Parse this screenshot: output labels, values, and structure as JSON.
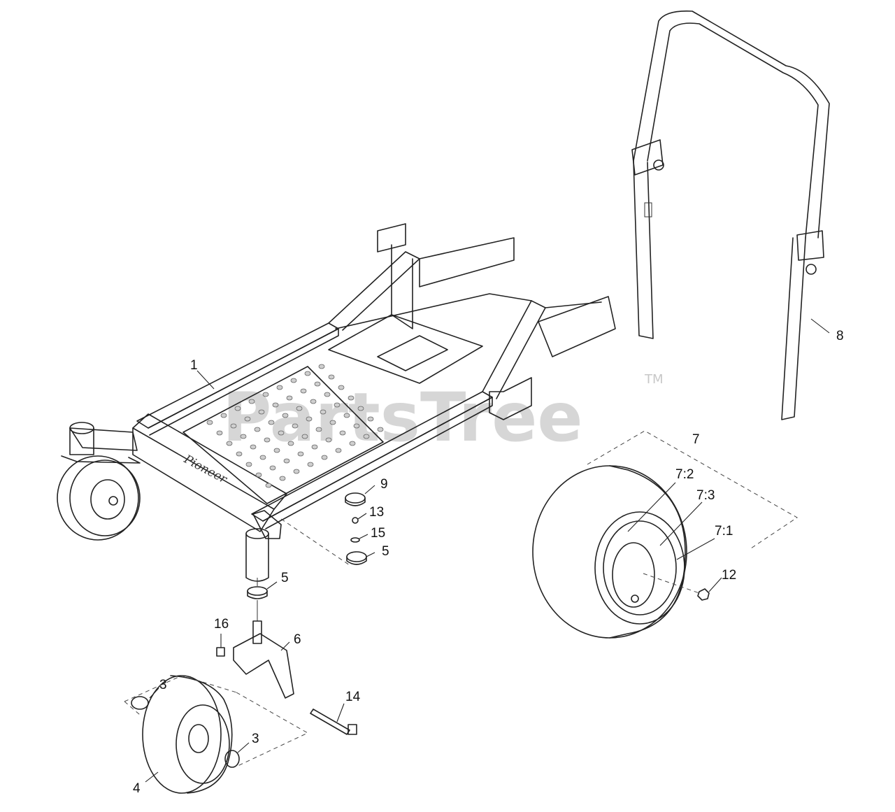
{
  "watermark": {
    "text": "PartsTree",
    "trademark": "TM"
  },
  "frame_brand": "Pioneer",
  "callouts": {
    "c1": "1",
    "c3a": "3",
    "c3b": "3",
    "c4": "4",
    "c5a": "5",
    "c5b": "5",
    "c6": "6",
    "c7": "7",
    "c7_1": "7:1",
    "c7_2": "7:2",
    "c7_3": "7:3",
    "c8": "8",
    "c9": "9",
    "c12": "12",
    "c13": "13",
    "c14": "14",
    "c15": "15",
    "c16": "16"
  }
}
